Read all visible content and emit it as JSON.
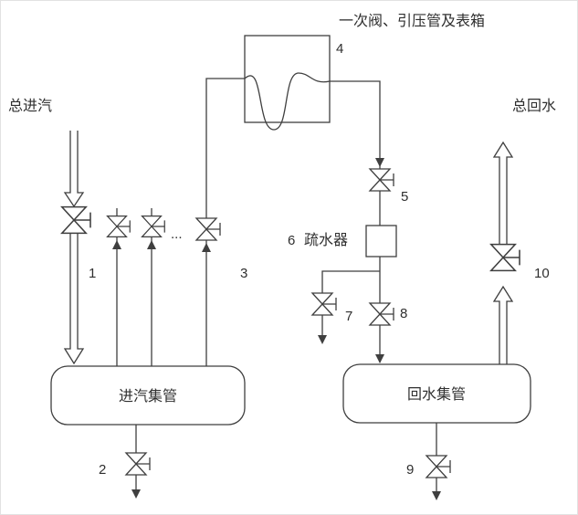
{
  "diagram": {
    "caption": "一次阀、引压管及表箱",
    "labels": {
      "steam_supply": "总进汽",
      "water_return": "总回水",
      "steam_header": "进汽集管",
      "return_header": "回水集管",
      "trap": "疏水器",
      "ellipsis": "..."
    },
    "item_numbers": {
      "valve_1": "1",
      "valve_2": "2",
      "valve_3": "3",
      "meter_box_4": "4",
      "valve_5": "5",
      "trap_6": "6",
      "valve_7": "7",
      "valve_8": "8",
      "valve_9": "9",
      "valve_10": "10"
    }
  },
  "colors": {
    "line": "#3f3f3f",
    "text": "#2f2f2f",
    "background": "#ffffff"
  }
}
